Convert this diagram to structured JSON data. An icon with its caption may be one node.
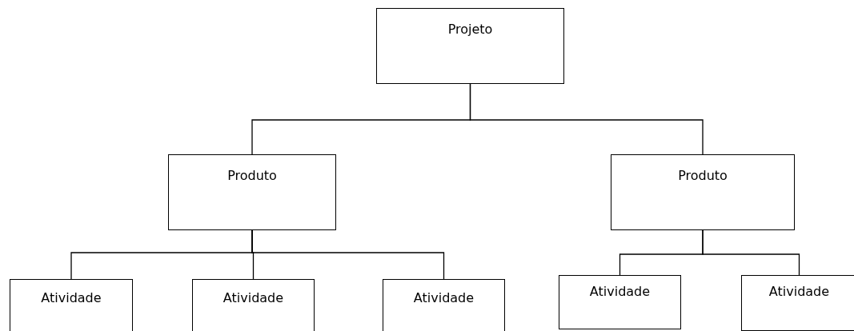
{
  "diagram": {
    "nodes": [
      {
        "text": [
          "Projeto"
        ]
      },
      {
        "text": [
          "Produto"
        ]
      },
      {
        "text": [
          "Produto"
        ]
      },
      {
        "text": [
          "Atividade"
        ]
      },
      {
        "text": [
          "Atividade"
        ]
      },
      {
        "text": [
          "Atividade"
        ]
      },
      {
        "text": [
          "Atividade"
        ]
      },
      {
        "text": [
          "Atividade"
        ]
      }
    ],
    "edges": [
      {
        "from": 0,
        "to": 1,
        "arrow": "none"
      },
      {
        "from": 0,
        "to": 2,
        "arrow": "none"
      },
      {
        "from": 1,
        "to": 3,
        "arrow": "none"
      },
      {
        "from": 1,
        "to": 4,
        "arrow": "none"
      },
      {
        "from": 1,
        "to": 5,
        "arrow": "none"
      },
      {
        "from": 2,
        "to": 6,
        "arrow": "none"
      },
      {
        "from": 2,
        "to": 7,
        "arrow": "none"
      }
    ]
  }
}
